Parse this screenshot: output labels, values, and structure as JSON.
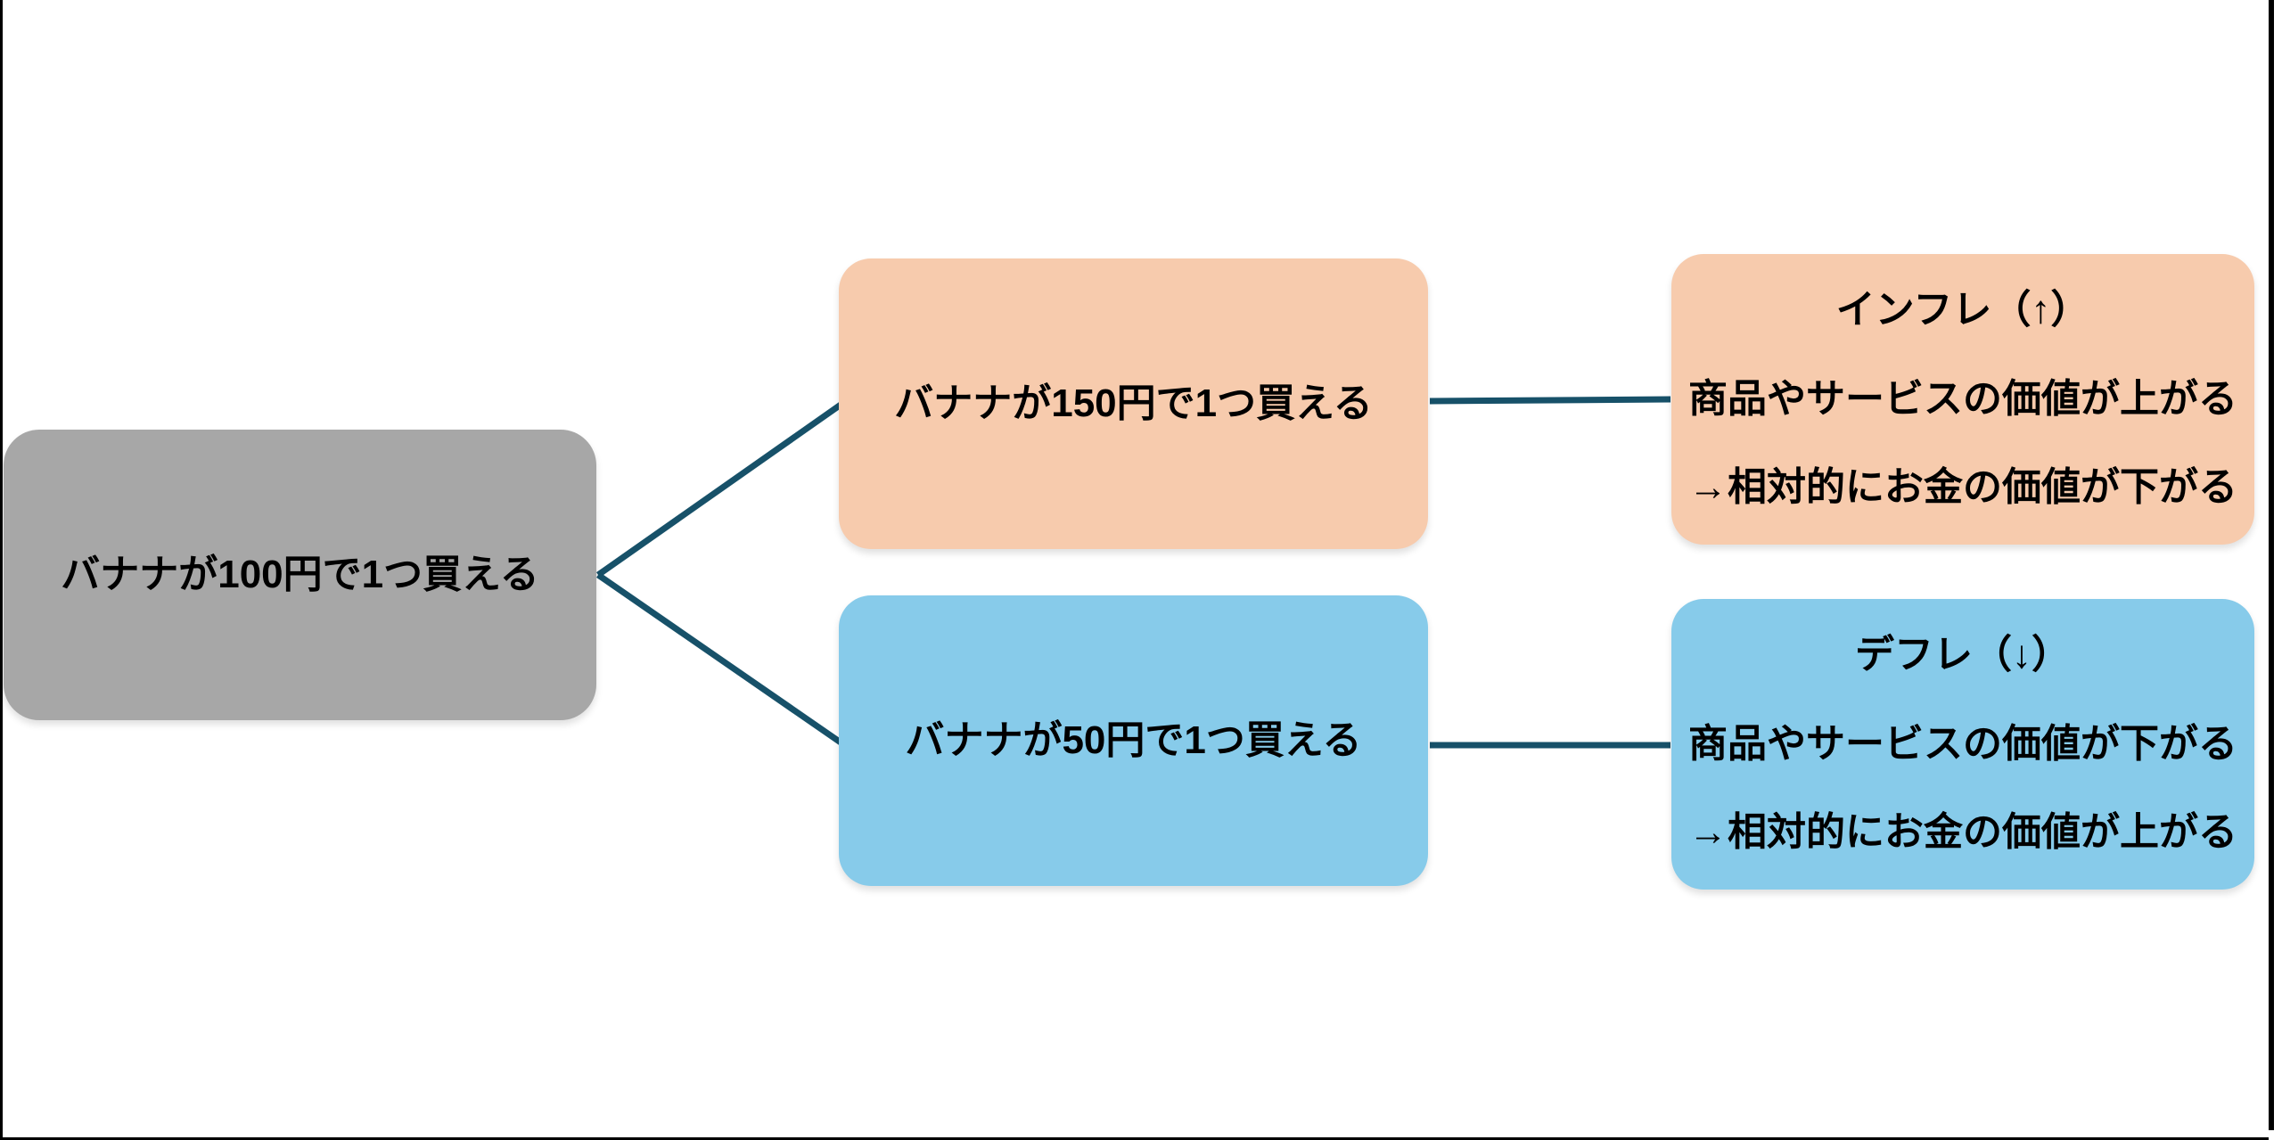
{
  "colors": {
    "background": "#ffffff",
    "frame": "#000000",
    "text": "#000000",
    "connector": "#175169",
    "root_box": "#a7a7a7",
    "inflation_box": "#f7cbad",
    "deflation_box": "#87cbea"
  },
  "diagram": {
    "root": {
      "label": "バナナが100円で1つ買える"
    },
    "branches": [
      {
        "id": "inflation",
        "case_label": "バナナが150円で1つ買える",
        "result_title": "インフレ（↑）",
        "result_lines": [
          "商品やサービスの価値が上がる",
          "→相対的にお金の価値が下がる"
        ]
      },
      {
        "id": "deflation",
        "case_label": "バナナが50円で1つ買える",
        "result_title": "デフレ（↓）",
        "result_lines": [
          "商品やサービスの価値が下がる",
          "→相対的にお金の価値が上がる"
        ]
      }
    ]
  }
}
